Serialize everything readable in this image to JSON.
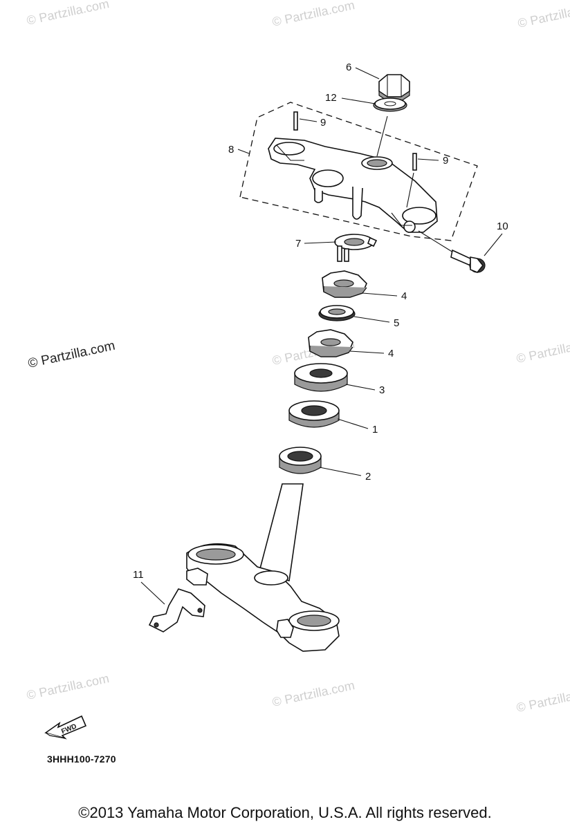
{
  "watermark_text": "© Partzilla.com",
  "callouts": [
    "1",
    "2",
    "3",
    "4",
    "4",
    "5",
    "6",
    "7",
    "8",
    "9",
    "9",
    "10",
    "11",
    "12"
  ],
  "fwd_label": "FWD",
  "diagram_code": "3HHH100-7270",
  "copyright": "©2013 Yamaha Motor Corporation, U.S.A. All rights reserved."
}
